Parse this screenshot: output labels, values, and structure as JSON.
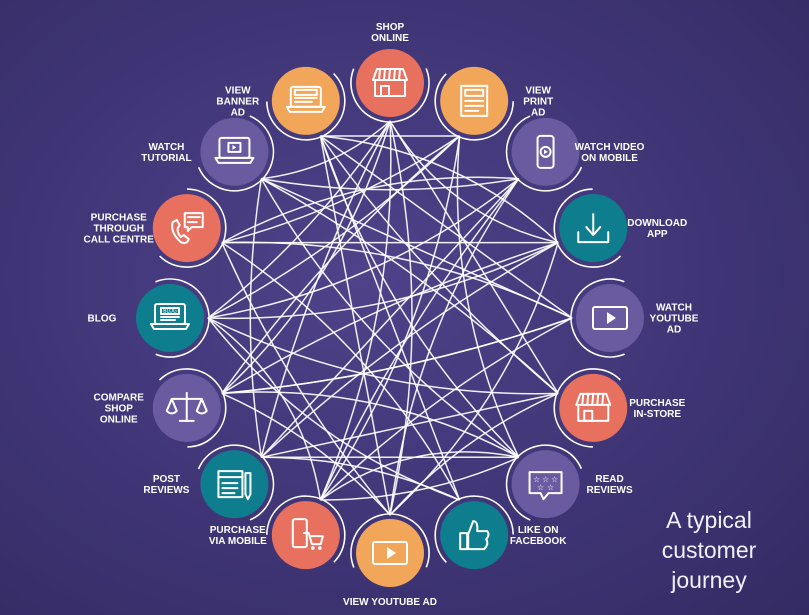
{
  "colors": {
    "background": "#3f3576",
    "line": "#ffffff",
    "orange": "#f2a65a",
    "coral": "#e8705f",
    "purple": "#6a5aa0",
    "teal": "#0e7e8e"
  },
  "caption": [
    "A typical",
    "customer",
    "journey"
  ],
  "nodes": [
    {
      "id": "shop-online",
      "label": [
        "SHOP",
        "ONLINE"
      ],
      "icon": "storefront-icon",
      "color": "coral",
      "label_side": "top"
    },
    {
      "id": "view-print-ad",
      "label": [
        "VIEW",
        "PRINT",
        "AD"
      ],
      "icon": "newspaper-icon",
      "color": "orange",
      "label_side": "right"
    },
    {
      "id": "watch-video-mobile",
      "label": [
        "WATCH VIDEO",
        "ON MOBILE"
      ],
      "icon": "mobile-video-icon",
      "color": "purple",
      "label_side": "right"
    },
    {
      "id": "download-app",
      "label": [
        "DOWNLOAD",
        "APP"
      ],
      "icon": "download-icon",
      "color": "teal",
      "label_side": "right"
    },
    {
      "id": "watch-youtube-ad",
      "label": [
        "WATCH",
        "YOUTUBE",
        "AD"
      ],
      "icon": "video-play-icon",
      "color": "purple",
      "label_side": "right"
    },
    {
      "id": "purchase-in-store",
      "label": [
        "PURCHASE",
        "IN-STORE"
      ],
      "icon": "store-icon",
      "color": "coral",
      "label_side": "right"
    },
    {
      "id": "read-reviews",
      "label": [
        "READ",
        "REVIEWS"
      ],
      "icon": "star-rating-icon",
      "color": "purple",
      "label_side": "right"
    },
    {
      "id": "like-on-facebook",
      "label": [
        "LIKE ON",
        "FACEBOOK"
      ],
      "icon": "thumbs-up-icon",
      "color": "teal",
      "label_side": "right"
    },
    {
      "id": "view-youtube-ad",
      "label": [
        "VIEW YOUTUBE AD"
      ],
      "icon": "video-play-icon",
      "color": "orange",
      "label_side": "bottom"
    },
    {
      "id": "purchase-via-mobile",
      "label": [
        "PURCHASE",
        "VIA MOBILE"
      ],
      "icon": "mobile-cart-icon",
      "color": "coral",
      "label_side": "left"
    },
    {
      "id": "post-reviews",
      "label": [
        "POST",
        "REVIEWS"
      ],
      "icon": "review-pencil-icon",
      "color": "teal",
      "label_side": "left"
    },
    {
      "id": "compare-shop-online",
      "label": [
        "COMPARE",
        "SHOP",
        "ONLINE"
      ],
      "icon": "scales-icon",
      "color": "purple",
      "label_side": "left"
    },
    {
      "id": "blog",
      "label": [
        "BLOG"
      ],
      "icon": "laptop-blog-icon",
      "color": "teal",
      "label_side": "left"
    },
    {
      "id": "purchase-call-centre",
      "label": [
        "PURCHASE",
        "THROUGH",
        "CALL CENTRE"
      ],
      "icon": "phone-chat-icon",
      "color": "coral",
      "label_side": "left"
    },
    {
      "id": "watch-tutorial",
      "label": [
        "WATCH",
        "TUTORIAL"
      ],
      "icon": "laptop-video-icon",
      "color": "purple",
      "label_side": "left"
    },
    {
      "id": "view-banner-ad",
      "label": [
        "VIEW",
        "BANNER",
        "AD"
      ],
      "icon": "laptop-banner-icon",
      "color": "orange",
      "label_side": "left"
    }
  ],
  "links": [
    [
      0,
      8
    ],
    [
      0,
      12
    ],
    [
      0,
      5
    ],
    [
      0,
      10
    ],
    [
      0,
      3
    ],
    [
      0,
      9
    ],
    [
      0,
      14
    ],
    [
      1,
      15
    ],
    [
      1,
      11
    ],
    [
      1,
      6
    ],
    [
      1,
      9
    ],
    [
      1,
      13
    ],
    [
      2,
      10
    ],
    [
      2,
      9
    ],
    [
      2,
      8
    ],
    [
      2,
      12
    ],
    [
      2,
      14
    ],
    [
      3,
      13
    ],
    [
      3,
      11
    ],
    [
      3,
      15
    ],
    [
      3,
      8
    ],
    [
      4,
      11
    ],
    [
      4,
      14
    ],
    [
      4,
      9
    ],
    [
      4,
      13
    ],
    [
      5,
      12
    ],
    [
      5,
      15
    ],
    [
      5,
      10
    ],
    [
      5,
      8
    ],
    [
      6,
      11
    ],
    [
      6,
      14
    ],
    [
      6,
      9
    ],
    [
      7,
      15
    ],
    [
      7,
      10
    ],
    [
      7,
      13
    ],
    [
      7,
      12
    ],
    [
      8,
      13
    ],
    [
      8,
      15
    ],
    [
      8,
      11
    ],
    [
      9,
      12
    ],
    [
      9,
      6
    ],
    [
      10,
      14
    ],
    [
      10,
      6
    ],
    [
      11,
      4
    ],
    [
      12,
      3
    ],
    [
      13,
      2
    ],
    [
      14,
      5
    ],
    [
      15,
      4
    ],
    [
      12,
      1
    ],
    [
      11,
      0
    ],
    [
      6,
      15
    ],
    [
      10,
      3
    ]
  ]
}
